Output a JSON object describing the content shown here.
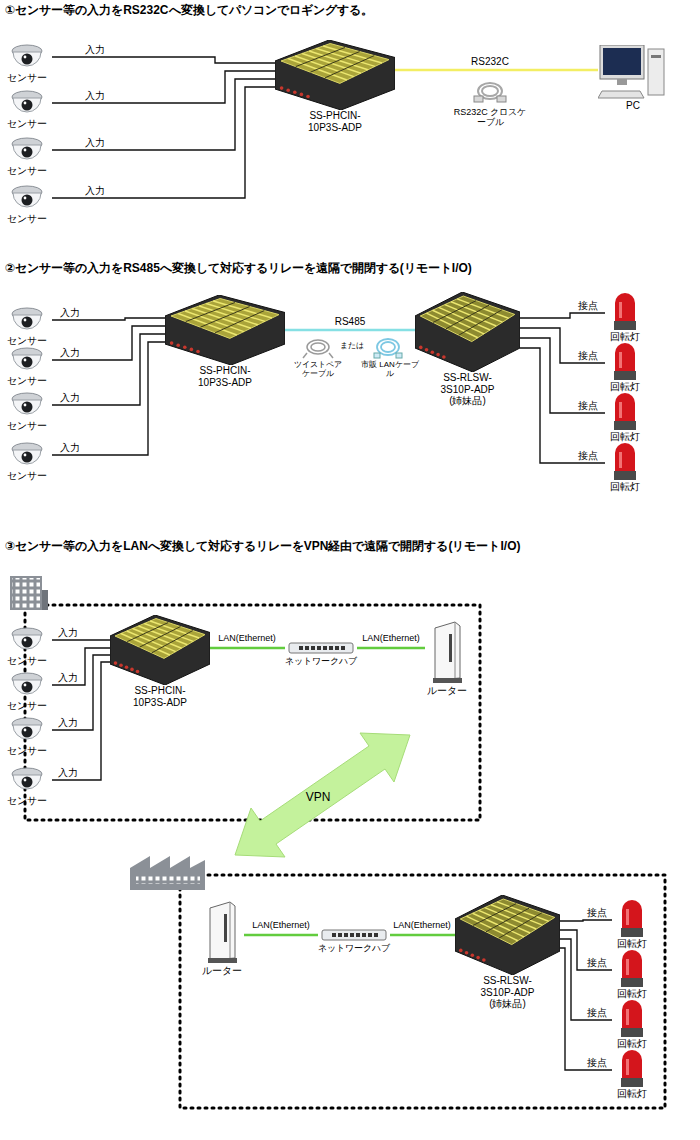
{
  "diagram": {
    "nodes": [
      {
        "text": [
          "センサー"
        ]
      },
      {
        "text": [
          "センサー"
        ]
      },
      {
        "text": [
          "センサー"
        ]
      },
      {
        "text": [
          "センサー"
        ]
      },
      {
        "text": [
          "SS-PHCIN- 10P3S-ADP"
        ]
      },
      {
        "text": [
          "PC"
        ]
      },
      {
        "text": [
          "センサー"
        ]
      },
      {
        "text": [
          "センサー"
        ]
      },
      {
        "text": [
          "センサー"
        ]
      },
      {
        "text": [
          "センサー"
        ]
      },
      {
        "text": [
          "SS-PHCIN- 10P3S-ADP"
        ]
      },
      {
        "text": [
          "SS-RLSW- 3S10P-ADP",
          "(姉妹品)"
        ]
      },
      {
        "text": [
          "回転灯"
        ]
      },
      {
        "text": [
          "回転灯"
        ]
      },
      {
        "text": [
          "回転灯"
        ]
      },
      {
        "text": [
          "回転灯"
        ]
      },
      {
        "text": [
          "センサー"
        ]
      },
      {
        "text": [
          "センサー"
        ]
      },
      {
        "text": [
          "センサー"
        ]
      },
      {
        "text": [
          "センサー"
        ]
      },
      {
        "text": [
          "SS-PHCIN- 10P3S-ADP"
        ]
      },
      {
        "text": [
          "ネットワークハブ"
        ]
      },
      {
        "text": [
          "ルーター"
        ]
      },
      {
        "text": [
          "ルーター"
        ]
      },
      {
        "text": [
          "ネットワークハブ"
        ]
      },
      {
        "text": [
          "SS-RLSW- 3S10P-ADP",
          "(姉妹品)"
        ]
      },
      {
        "text": [
          "回転灯"
        ]
      },
      {
        "text": [
          "回転灯"
        ]
      },
      {
        "text": [
          "回転灯"
        ]
      },
      {
        "text": [
          "回転灯"
        ]
      }
    ],
    "edges": [
      {
        "from": 0,
        "to": 4,
        "label": "入力",
        "arrow": "none"
      },
      {
        "from": 1,
        "to": 4,
        "label": "入力",
        "arrow": "none"
      },
      {
        "from": 2,
        "to": 4,
        "label": "入力",
        "arrow": "none"
      },
      {
        "from": 3,
        "to": 4,
        "label": "入力",
        "arrow": "none"
      },
      {
        "from": 4,
        "to": 5,
        "label": "RS232C",
        "arrow": "none"
      },
      {
        "from": 6,
        "to": 10,
        "label": "入力",
        "arrow": "none"
      },
      {
        "from": 7,
        "to": 10,
        "label": "入力",
        "arrow": "none"
      },
      {
        "from": 8,
        "to": 10,
        "label": "入力",
        "arrow": "none"
      },
      {
        "from": 9,
        "to": 10,
        "label": "入力",
        "arrow": "none"
      },
      {
        "from": 10,
        "to": 11,
        "label": "RS485",
        "arrow": "none"
      },
      {
        "from": 11,
        "to": 12,
        "label": "接点",
        "arrow": "none"
      },
      {
        "from": 11,
        "to": 13,
        "label": "接点",
        "arrow": "none"
      },
      {
        "from": 11,
        "to": 14,
        "label": "接点",
        "arrow": "none"
      },
      {
        "from": 11,
        "to": 15,
        "label": "接点",
        "arrow": "none"
      },
      {
        "from": 16,
        "to": 20,
        "label": "入力",
        "arrow": "none"
      },
      {
        "from": 17,
        "to": 20,
        "label": "入力",
        "arrow": "none"
      },
      {
        "from": 18,
        "to": 20,
        "label": "入力",
        "arrow": "none"
      },
      {
        "from": 19,
        "to": 20,
        "label": "入力",
        "arrow": "none"
      },
      {
        "from": 20,
        "to": 21,
        "label": "LAN(Ethernet)",
        "arrow": "none"
      },
      {
        "from": 21,
        "to": 22,
        "label": "LAN(Ethernet)",
        "arrow": "none"
      },
      {
        "from": 23,
        "to": 24,
        "label": "LAN(Ethernet)",
        "arrow": "none"
      },
      {
        "from": 24,
        "to": 25,
        "label": "LAN(Ethernet)",
        "arrow": "none"
      },
      {
        "from": 25,
        "to": 26,
        "label": "接点",
        "arrow": "none"
      },
      {
        "from": 25,
        "to": 27,
        "label": "接点",
        "arrow": "none"
      },
      {
        "from": 25,
        "to": 28,
        "label": "接点",
        "arrow": "none"
      },
      {
        "from": 25,
        "to": 29,
        "label": "接点",
        "arrow": "none"
      }
    ],
    "labels": [
      "①センサー等の入力をRS232Cへ変換してパソコンでロギングする。",
      "RS232C クロスケーブル",
      "②センサー等の入力をRS485へ変換して対応するリレーを遠隔で開閉する(リモートI/O)",
      "ツイストペア ケーブル",
      "または",
      "市販 LANケーブル",
      "③センサー等の入力をLANへ変換して対応するリレーをVPN経由で遠隔で開閉する(リモートI/O)",
      "VPN"
    ]
  }
}
